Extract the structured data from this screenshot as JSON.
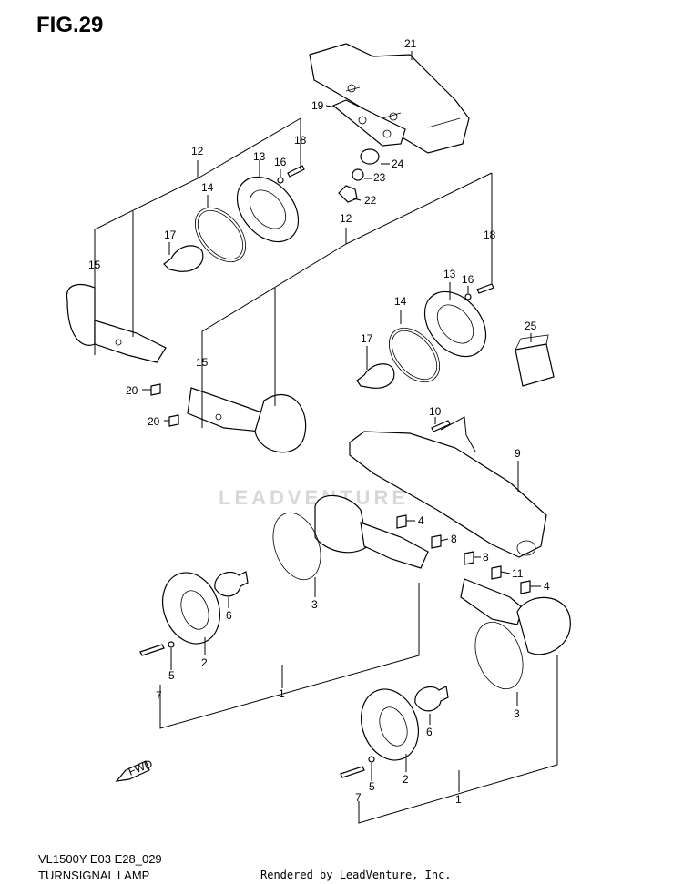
{
  "figure_title": "FIG.29",
  "model_code": "VL1500Y E03 E28_029",
  "section_name": "TURNSIGNAL LAMP",
  "rendered_by": "Rendered by LeadVenture, Inc.",
  "watermark": "LEADVENTURE",
  "fwd_label": "FWD",
  "callouts": {
    "c21": "21",
    "c19": "19",
    "c24": "24",
    "c23": "23",
    "c22": "22",
    "c12a": "12",
    "c13a": "13",
    "c16a": "16",
    "c18a": "18",
    "c14a": "14",
    "c17a": "17",
    "c15a": "15",
    "c12b": "12",
    "c18b": "18",
    "c13b": "13",
    "c16b": "16",
    "c14b": "14",
    "c17b": "17",
    "c15b": "15",
    "c20a": "20",
    "c20b": "20",
    "c25": "25",
    "c10": "10",
    "c9": "9",
    "c4a": "4",
    "c8a": "8",
    "c8b": "8",
    "c11": "11",
    "c4b": "4",
    "c3a": "3",
    "c6a": "6",
    "c2a": "2",
    "c5a": "5",
    "c7a": "7",
    "c1a": "1",
    "c3b": "3",
    "c6b": "6",
    "c2b": "2",
    "c5b": "5",
    "c7b": "7",
    "c1b": "1"
  }
}
